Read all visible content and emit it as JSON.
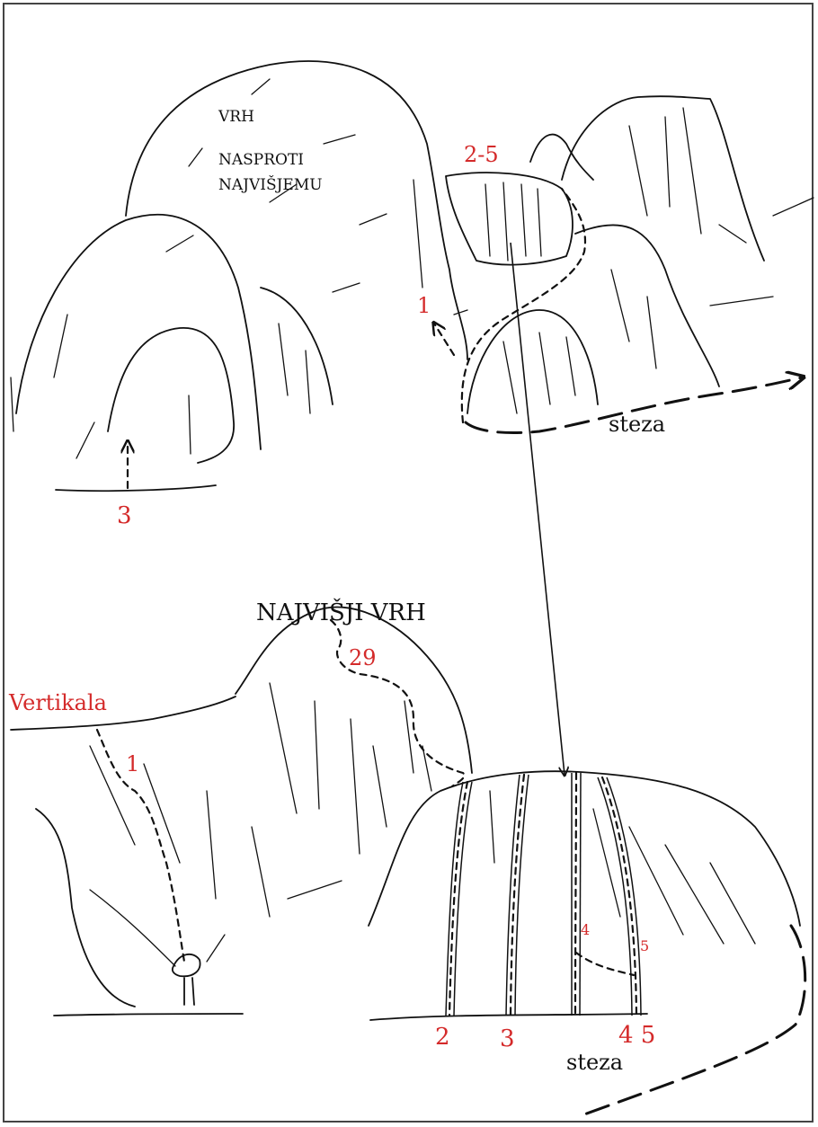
{
  "colors": {
    "ink": "#111111",
    "route_label": "#d42a2a",
    "frame": "#444444"
  },
  "top_view": {
    "peak_label_lines": [
      "VRH",
      "NASPROTI",
      "NAJVIŠJEMU"
    ],
    "sector_label": "2-5",
    "route_1": "1",
    "route_3": "3",
    "trail_label": "steza"
  },
  "bottom_view": {
    "title": "NAJVIŠJI VRH",
    "vertikala_label": "Vertikala",
    "route_29": "29",
    "route_1": "1",
    "route_4_small": "4",
    "route_5_small": "5",
    "base_2": "2",
    "base_3": "3",
    "base_45": "4 5",
    "trail_label": "steza"
  }
}
